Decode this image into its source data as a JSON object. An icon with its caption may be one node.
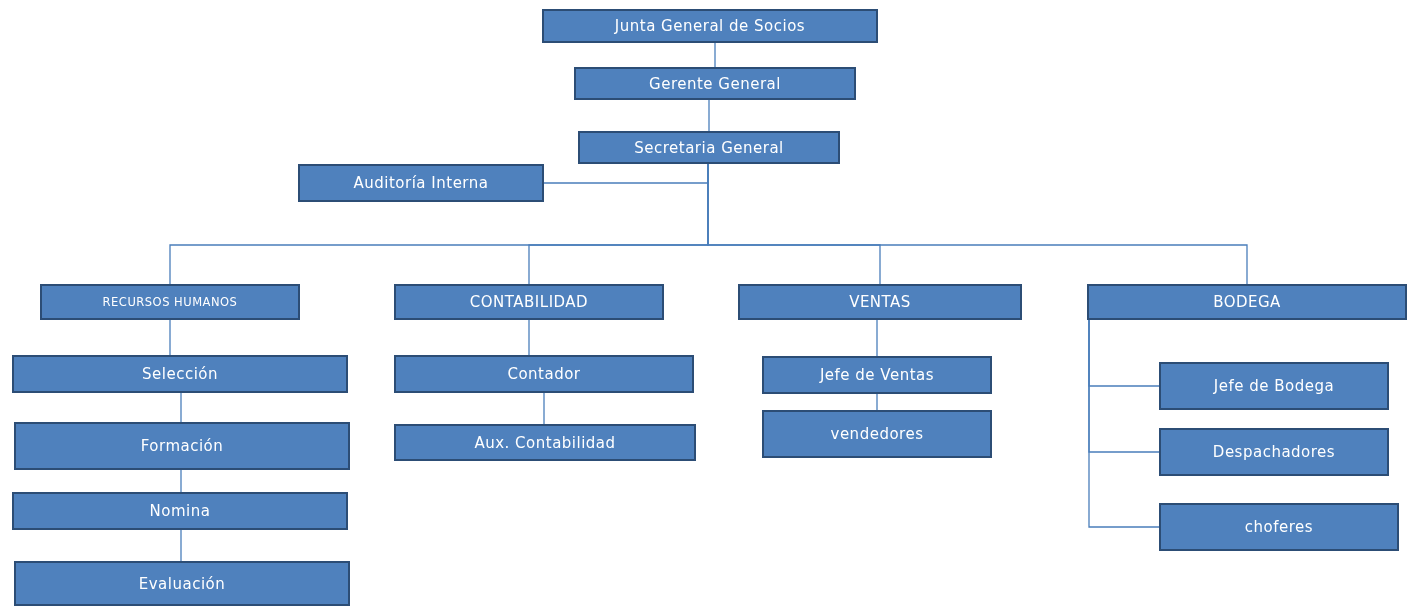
{
  "diagram": {
    "nodes": [
      {
        "text": [
          "Junta General de Socios"
        ]
      },
      {
        "text": [
          "Gerente General"
        ]
      },
      {
        "text": [
          "Secretaria General"
        ]
      },
      {
        "text": [
          "Auditoría Interna"
        ]
      },
      {
        "text": [
          "RECURSOS HUMANOS"
        ]
      },
      {
        "text": [
          "CONTABILIDAD"
        ]
      },
      {
        "text": [
          "VENTAS"
        ]
      },
      {
        "text": [
          "BODEGA"
        ]
      },
      {
        "text": [
          "Selección"
        ]
      },
      {
        "text": [
          "Formación"
        ]
      },
      {
        "text": [
          "Nomina"
        ]
      },
      {
        "text": [
          "Evaluación"
        ]
      },
      {
        "text": [
          "Contador"
        ]
      },
      {
        "text": [
          "Aux. Contabilidad"
        ]
      },
      {
        "text": [
          "Jefe de Ventas"
        ]
      },
      {
        "text": [
          "vendedores"
        ]
      },
      {
        "text": [
          "Jefe de Bodega"
        ]
      },
      {
        "text": [
          "Despachadores"
        ]
      },
      {
        "text": [
          "choferes"
        ]
      }
    ],
    "edges": [
      {
        "from": 0,
        "to": 1,
        "arrow": "none"
      },
      {
        "from": 1,
        "to": 2,
        "arrow": "none"
      },
      {
        "from": 2,
        "to": 3,
        "arrow": "none"
      },
      {
        "from": 2,
        "to": 4,
        "arrow": "none"
      },
      {
        "from": 2,
        "to": 5,
        "arrow": "none"
      },
      {
        "from": 2,
        "to": 6,
        "arrow": "none"
      },
      {
        "from": 2,
        "to": 7,
        "arrow": "none"
      },
      {
        "from": 4,
        "to": 8,
        "arrow": "none"
      },
      {
        "from": 8,
        "to": 9,
        "arrow": "none"
      },
      {
        "from": 9,
        "to": 10,
        "arrow": "none"
      },
      {
        "from": 10,
        "to": 11,
        "arrow": "none"
      },
      {
        "from": 5,
        "to": 12,
        "arrow": "none"
      },
      {
        "from": 12,
        "to": 13,
        "arrow": "none"
      },
      {
        "from": 6,
        "to": 14,
        "arrow": "none"
      },
      {
        "from": 14,
        "to": 15,
        "arrow": "none"
      },
      {
        "from": 7,
        "to": 16,
        "arrow": "none"
      },
      {
        "from": 7,
        "to": 17,
        "arrow": "none"
      },
      {
        "from": 7,
        "to": 18,
        "arrow": "none"
      }
    ]
  }
}
